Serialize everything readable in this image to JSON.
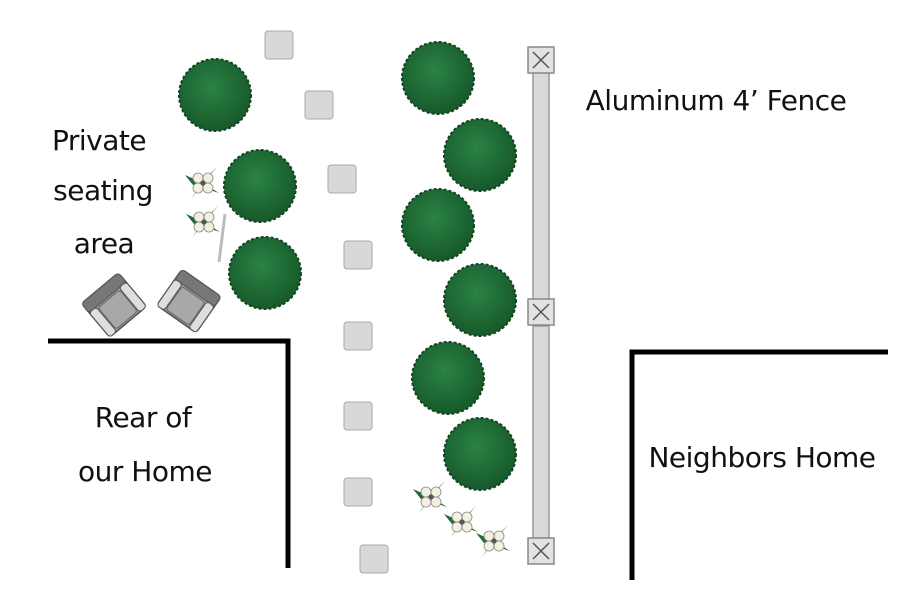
{
  "labels": {
    "seating_line1": "Private",
    "seating_line2": "seating",
    "seating_line3": "area",
    "fence": "Aluminum 4’ Fence",
    "home_line1": "Rear of",
    "home_line2": "our Home",
    "neighbor": "Neighbors Home"
  },
  "colors": {
    "shrub": "#1e6b35",
    "shrub_outline": "#124422",
    "stone": "#d8d8d8",
    "fence": "#d9d9d9",
    "wall": "#000000",
    "flower_leaf": "#1e6b35",
    "flower_petal": "#f4f0df",
    "chair": "#9a9a9a"
  },
  "icons": {
    "shrub": "shrub-icon",
    "stepping_stone": "stepping-stone-icon",
    "fence_post": "fence-post-icon",
    "flower": "flowering-plant-icon",
    "chair": "armchair-icon"
  }
}
